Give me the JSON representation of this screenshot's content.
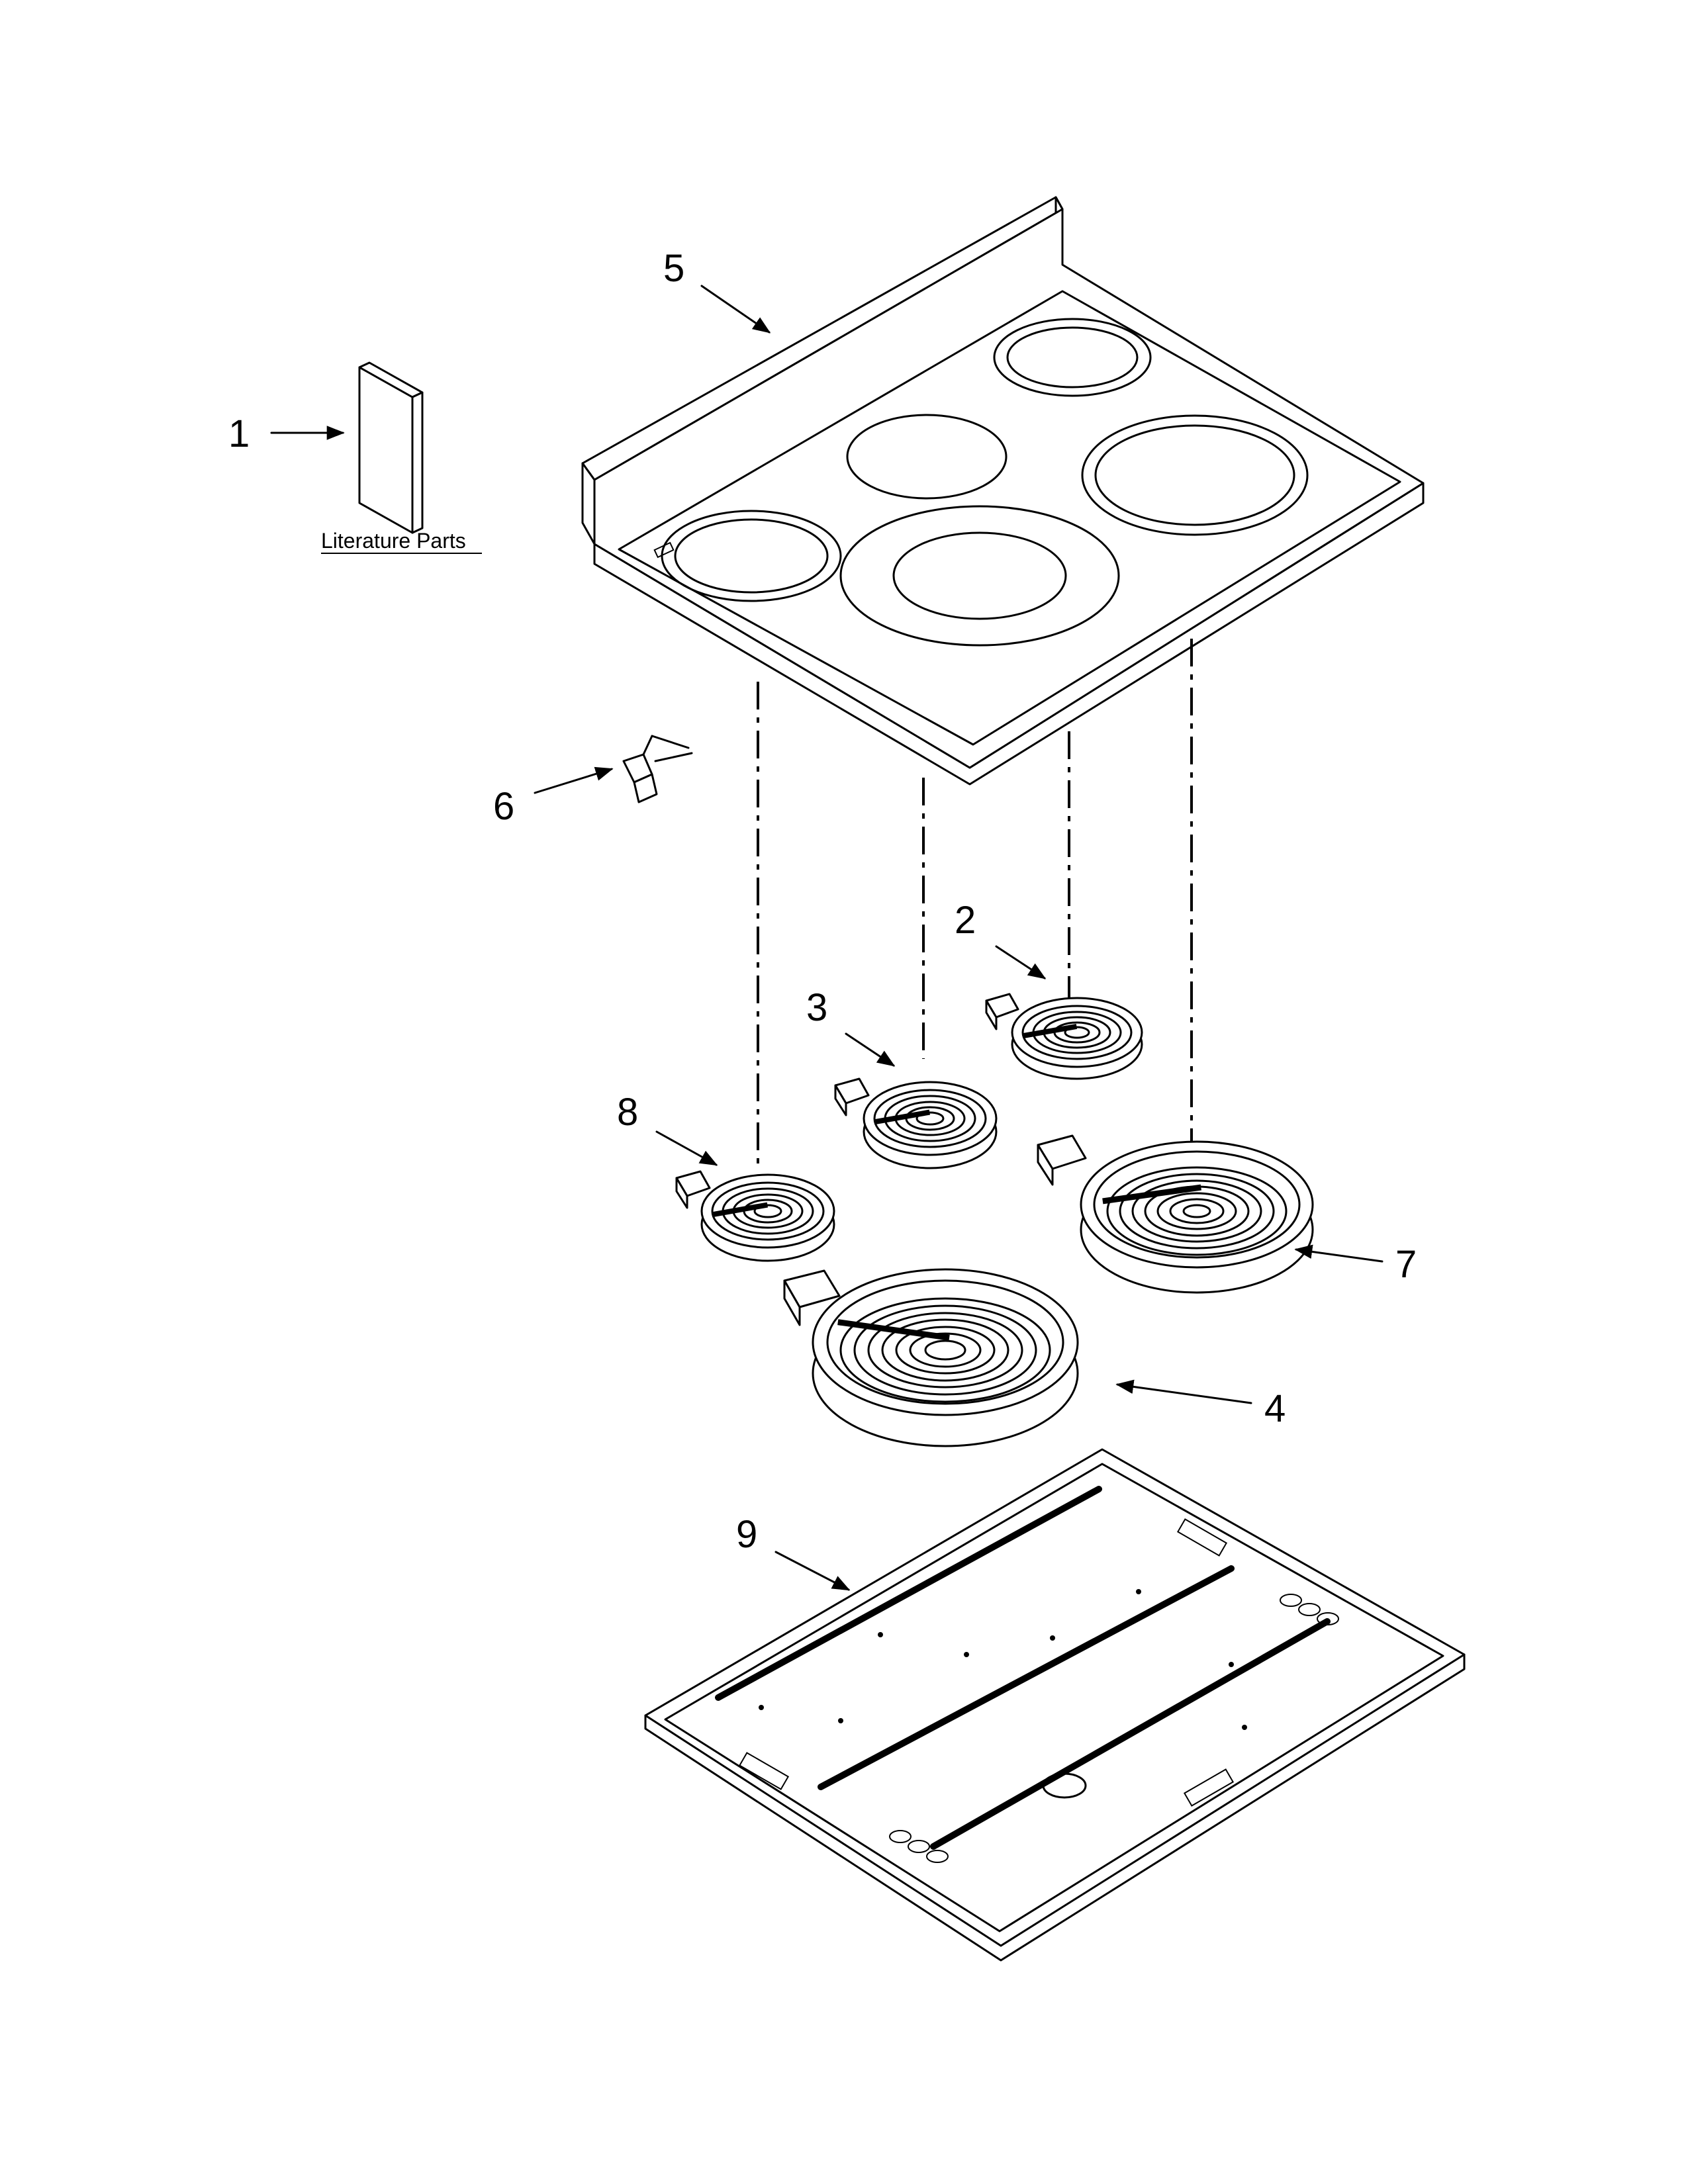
{
  "callouts": {
    "c1": "1",
    "c2": "2",
    "c3": "3",
    "c4": "4",
    "c5": "5",
    "c6": "6",
    "c7": "7",
    "c8": "8",
    "c9": "9"
  },
  "labels": {
    "literature": "Literature Parts"
  },
  "colors": {
    "line": "#000000",
    "background": "#ffffff"
  }
}
